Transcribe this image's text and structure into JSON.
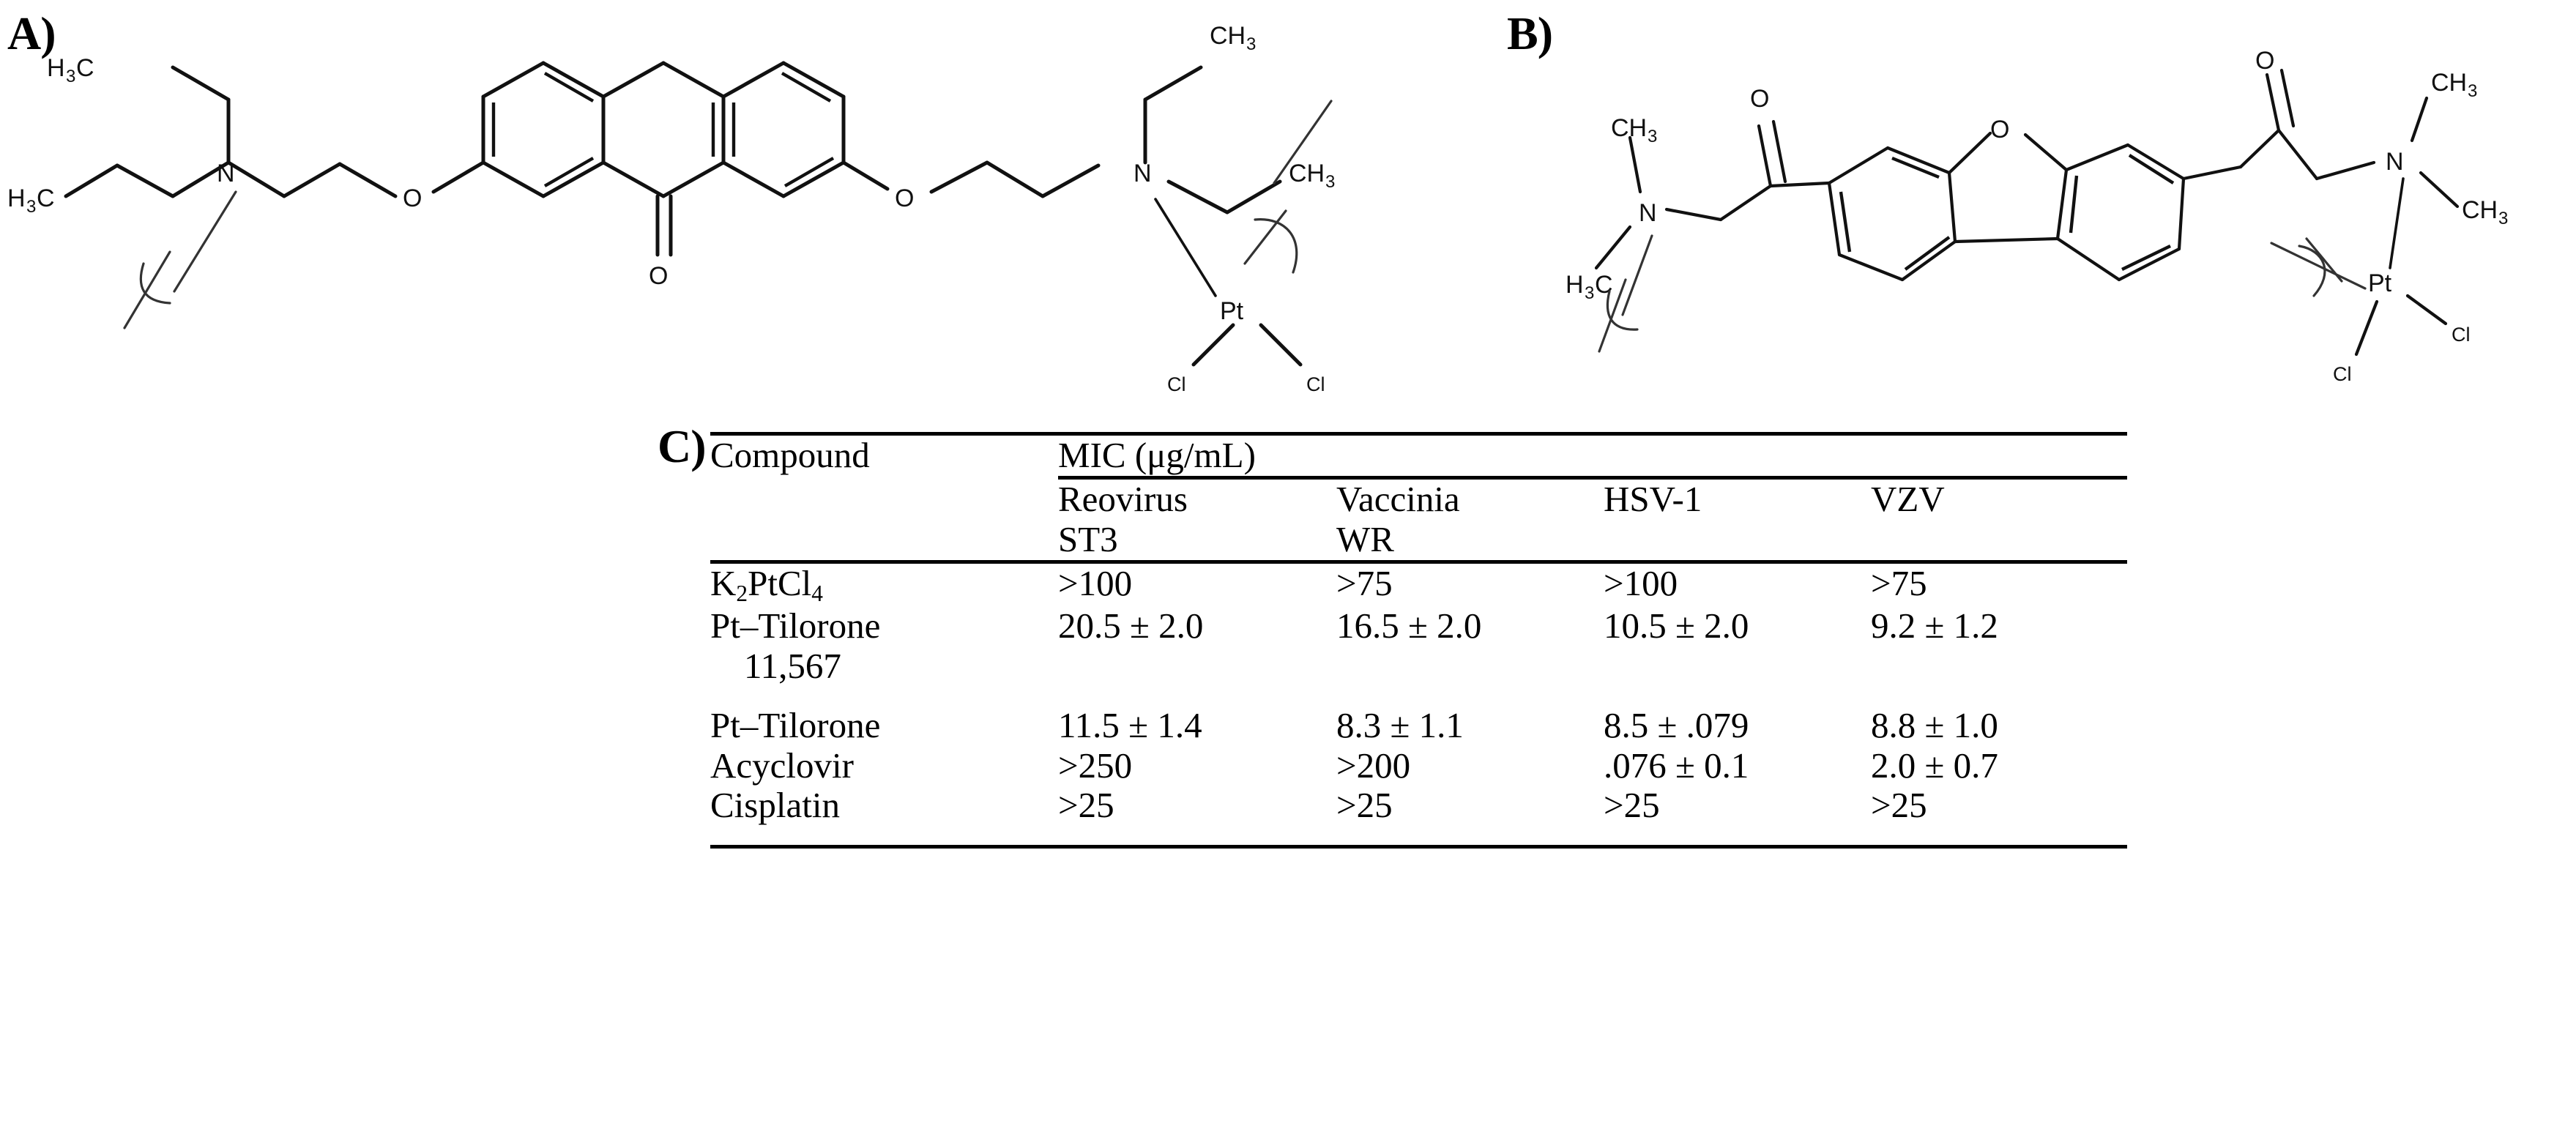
{
  "figure": {
    "panels": [
      {
        "id": "A",
        "label": "A)",
        "name": "panel-a-pt-tilorone-11567-structure"
      },
      {
        "id": "B",
        "label": "B)",
        "name": "panel-b-pt-tilorone-structure"
      },
      {
        "id": "C",
        "label": "C)",
        "name": "panel-c-mic-table"
      }
    ]
  },
  "structure_a": {
    "atom_labels": {
      "methyl_upper_left": "H₃C",
      "methyl_lower_left": "H₃C",
      "nitrogen_left": "N",
      "oxygen_ether_left": "O",
      "ketone_oxygen": "O",
      "oxygen_ether_right": "O",
      "nitrogen_right": "N",
      "methyl_upper_right": "CH₃",
      "methyl_lower_right": "CH₃",
      "platinum": "Pt",
      "chloride_left": "Cl",
      "chloride_right": "Cl"
    }
  },
  "structure_b": {
    "atom_labels": {
      "methyl_upper_left": "CH₃",
      "methyl_lower_left": "H₃C",
      "nitrogen_left": "N",
      "ketone_oxygen_left": "O",
      "furan_oxygen": "O",
      "ketone_oxygen_right": "O",
      "nitrogen_right": "N",
      "methyl_upper_right": "CH₃",
      "methyl_lower_right": "CH₃",
      "platinum": "Pt",
      "chloride_left": "Cl",
      "chloride_right": "Cl"
    }
  },
  "table": {
    "header_compound": "Compound",
    "header_group": "MIC (μg/mL)",
    "columns": [
      {
        "line1": "Reovirus",
        "line2": "ST3"
      },
      {
        "line1": "Vaccinia",
        "line2": "WR"
      },
      {
        "line1": "HSV-1",
        "line2": ""
      },
      {
        "line1": "VZV",
        "line2": ""
      }
    ],
    "rows": [
      {
        "compound_prefix": "K",
        "compound_sub1": "2",
        "compound_mid": "PtCl",
        "compound_sub2": "4",
        "compound_plain": "",
        "continuation": "",
        "values": [
          ">100",
          ">75",
          ">100",
          ">75"
        ]
      },
      {
        "compound_plain": "Pt–Tilorone",
        "continuation": "11,567",
        "values": [
          "20.5 ± 2.0",
          "16.5 ± 2.0",
          "10.5 ± 2.0",
          "9.2 ± 1.2"
        ]
      },
      {
        "compound_plain": "Pt–Tilorone",
        "continuation": "",
        "values": [
          "11.5 ± 1.4",
          "8.3 ± 1.1",
          "8.5 ± .079",
          "8.8 ± 1.0"
        ]
      },
      {
        "compound_plain": "Acyclovir",
        "continuation": "",
        "values": [
          ">250",
          ">200",
          ".076 ± 0.1",
          "2.0 ± 0.7"
        ]
      },
      {
        "compound_plain": "Cisplatin",
        "continuation": "",
        "values": [
          ">25",
          ">25",
          ">25",
          ">25"
        ]
      }
    ]
  },
  "colors": {
    "ink": "#000000",
    "background": "#ffffff",
    "bond": "#111111",
    "annotation_arc": "#333333"
  }
}
